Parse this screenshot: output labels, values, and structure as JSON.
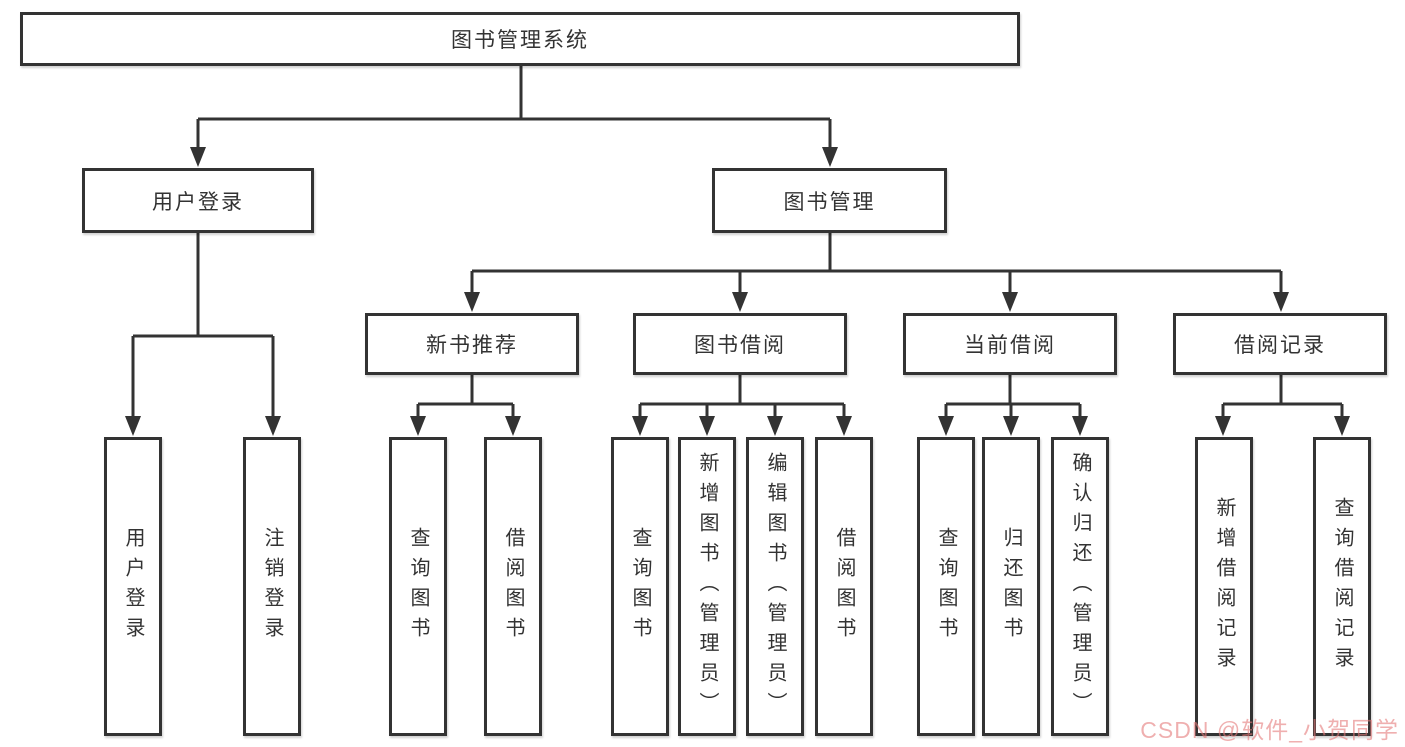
{
  "diagram": {
    "title": "图书管理系统",
    "nodes": {
      "root": "图书管理系统",
      "branches": [
        "用户登录",
        "图书管理"
      ],
      "sections": [
        "新书推荐",
        "图书借阅",
        "当前借阅",
        "借阅记录"
      ],
      "leaves": {
        "user_login": [
          "用户登录",
          "注销登录"
        ],
        "new_books": [
          "查询图书",
          "借阅图书"
        ],
        "book_borrow": [
          "查询图书",
          "新增图书（管理员）",
          "编辑图书（管理员）",
          "借阅图书"
        ],
        "current_borrow": [
          "查询图书",
          "归还图书",
          "确认归还（管理员）"
        ],
        "borrow_records": [
          "新增借阅记录",
          "查询借阅记录"
        ]
      }
    },
    "colors": {
      "line": "#333333",
      "box_border": "#333333",
      "box_fill": "#ffffff",
      "background": "#ffffff",
      "watermark": "#e47a7a"
    }
  },
  "watermark": {
    "text": "CSDN @软件_小贺同学"
  }
}
